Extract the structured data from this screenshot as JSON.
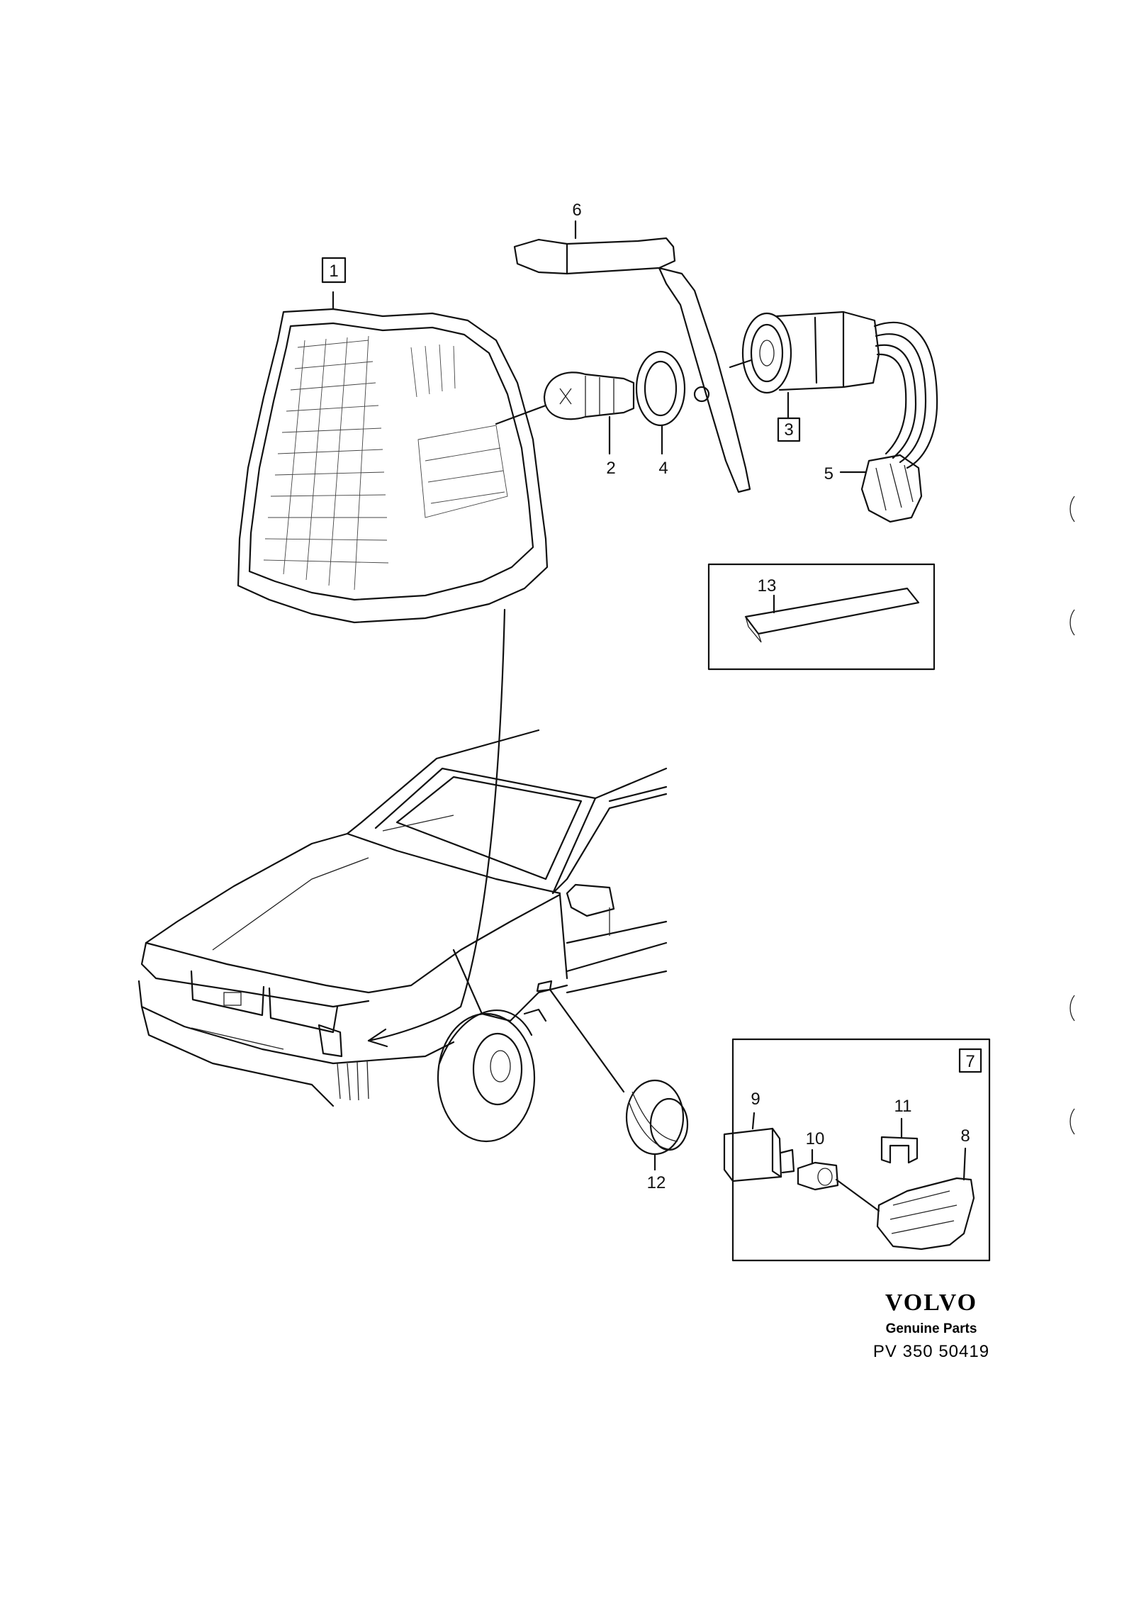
{
  "callouts": {
    "c1": "1",
    "c2": "2",
    "c3": "3",
    "c4": "4",
    "c5": "5",
    "c6": "6",
    "c7": "7",
    "c8": "8",
    "c9": "9",
    "c10": "10",
    "c11": "11",
    "c12": "12",
    "c13": "13"
  },
  "brand": {
    "logo_text": "VOLVO",
    "subtitle": "Genuine Parts",
    "drawing_code": "PV 350 50419"
  }
}
